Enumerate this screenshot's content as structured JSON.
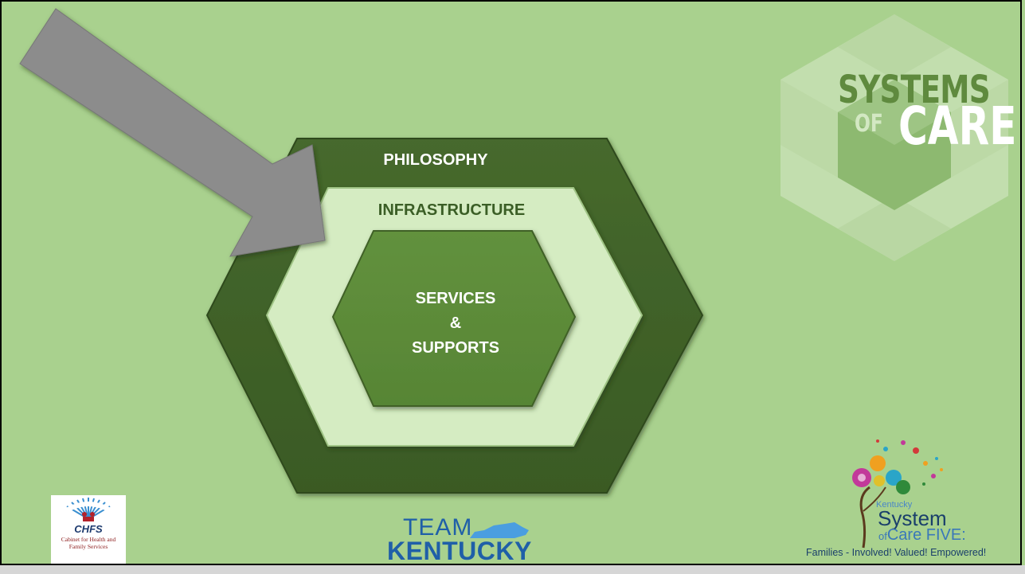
{
  "diagram": {
    "layers": [
      {
        "name": "outer",
        "label": "PHILOSOPHY",
        "fill": "#3f6128"
      },
      {
        "name": "middle",
        "label": "INFRASTRUCTURE",
        "fill": "#d5ecc2"
      },
      {
        "name": "inner",
        "label_lines": [
          "SERVICES",
          "&",
          "SUPPORTS"
        ],
        "fill": "#5e8c3a"
      }
    ],
    "arrow_color": "#8c8c8c",
    "background_color": "#a9d18e"
  },
  "logos": {
    "systems_of_care": {
      "line1": "SYSTEMS",
      "line2a": "OF",
      "line2b": "CARE"
    },
    "chfs": {
      "name": "CHFS",
      "subtitle_line1": "Cabinet for Health and",
      "subtitle_line2": "Family Services"
    },
    "team_kentucky": {
      "line1": "TEAM",
      "line2": "KENTUCKY"
    },
    "ky_system_of_care": {
      "line1": "Kentucky",
      "line2": "System",
      "line3a": "of",
      "line3b": "Care FIVE:",
      "tagline": "Families - Involved! Valued! Empowered!"
    }
  }
}
